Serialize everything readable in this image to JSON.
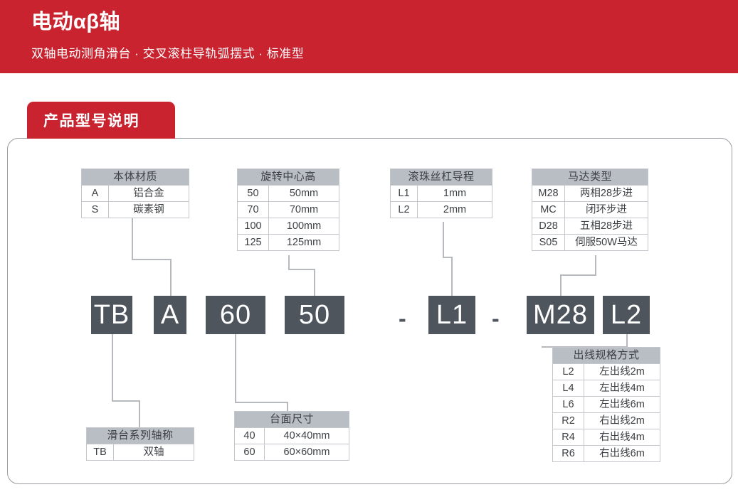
{
  "header": {
    "title": "电动αβ轴",
    "subtitle": "双轴电动测角滑台 · 交叉滚柱导轨弧摆式 · 标准型",
    "band_color": "#c8232f"
  },
  "section": {
    "tab_label": "产品型号说明"
  },
  "model_code": {
    "segments": [
      {
        "text": "TB",
        "type": "box"
      },
      {
        "text": "A",
        "type": "box"
      },
      {
        "text": "60",
        "type": "box"
      },
      {
        "text": "50",
        "type": "box"
      },
      {
        "text": "-",
        "type": "dash"
      },
      {
        "text": "L1",
        "type": "box"
      },
      {
        "text": "-",
        "type": "dash"
      },
      {
        "text": "M28",
        "type": "box"
      },
      {
        "text": "L2",
        "type": "box"
      }
    ],
    "box_color": "#4e555d"
  },
  "tables": {
    "body_material": {
      "title": "本体材质",
      "rows": [
        {
          "code": "A",
          "desc": "铝合金"
        },
        {
          "code": "S",
          "desc": "碳素钢"
        }
      ]
    },
    "rotation_center_height": {
      "title": "旋转中心高",
      "rows": [
        {
          "code": "50",
          "desc": "50mm"
        },
        {
          "code": "70",
          "desc": "70mm"
        },
        {
          "code": "100",
          "desc": "100mm"
        },
        {
          "code": "125",
          "desc": "125mm"
        }
      ]
    },
    "ball_screw_lead": {
      "title": "滚珠丝杠导程",
      "rows": [
        {
          "code": "L1",
          "desc": "1mm"
        },
        {
          "code": "L2",
          "desc": "2mm"
        }
      ]
    },
    "motor_type": {
      "title": "马达类型",
      "rows": [
        {
          "code": "M28",
          "desc": "两相28步进"
        },
        {
          "code": "MC",
          "desc": "闭环步进"
        },
        {
          "code": "D28",
          "desc": "五相28步进"
        },
        {
          "code": "S05",
          "desc": "伺服50W马达"
        }
      ]
    },
    "cable_outlet": {
      "title": "出线规格方式",
      "rows": [
        {
          "code": "L2",
          "desc": "左出线2m"
        },
        {
          "code": "L4",
          "desc": "左出线4m"
        },
        {
          "code": "L6",
          "desc": "左出线6m"
        },
        {
          "code": "R2",
          "desc": "右出线2m"
        },
        {
          "code": "R4",
          "desc": "右出线4m"
        },
        {
          "code": "R6",
          "desc": "右出线6m"
        }
      ]
    },
    "table_size": {
      "title": "台面尺寸",
      "rows": [
        {
          "code": "40",
          "desc": "40×40mm"
        },
        {
          "code": "60",
          "desc": "60×60mm"
        }
      ]
    },
    "series_axis_name": {
      "title": "滑台系列轴称",
      "rows": [
        {
          "code": "TB",
          "desc": "双轴"
        }
      ]
    }
  }
}
